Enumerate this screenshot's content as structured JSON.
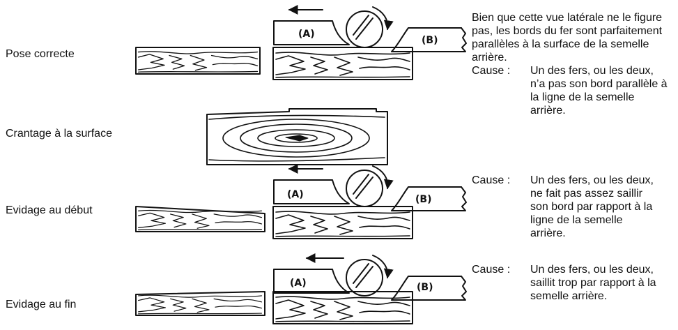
{
  "rows": [
    {
      "id": "pose",
      "label": "Pose correcte"
    },
    {
      "id": "crantage",
      "label": "Crantage à la surface"
    },
    {
      "id": "debut",
      "label": "Evidage au début"
    },
    {
      "id": "fin",
      "label": "Evidage au fin"
    }
  ],
  "knife_labels": {
    "a": "(A)",
    "b": "(B)"
  },
  "note_intro": "Bien que cette vue latérale ne le figure pas, les bords du fer sont parfaitement parallèles à la surface de la semelle arrière.",
  "cause_word": "Cause :",
  "causes": [
    {
      "text": "Un des fers, ou les deux, n’a pas son bord parallèle à la ligne de la semelle arrière."
    },
    {
      "text": "Un des fers, ou les deux, ne fait pas assez saillir son bord par rapport à la ligne de la semelle arrière."
    },
    {
      "text": "Un des fers, ou les deux, saillit trop par rapport à la semelle arrière."
    }
  ]
}
